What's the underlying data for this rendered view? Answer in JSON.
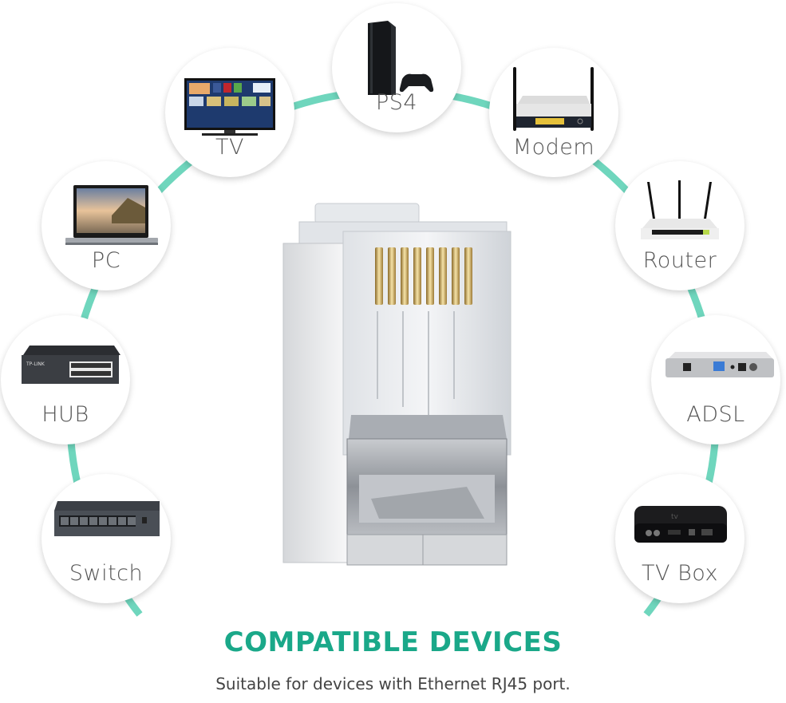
{
  "accent_color": "#1aa889",
  "arc_color": "#6fd6bd",
  "title": "COMPATIBLE DEVICES",
  "subtitle": "Suitable for devices with Ethernet RJ45 port.",
  "product": {
    "name": "rj45-connector",
    "contact_pins": 8
  },
  "devices": [
    {
      "label": "PS4",
      "icon": "game-console-icon"
    },
    {
      "label": "TV",
      "icon": "smart-tv-icon"
    },
    {
      "label": "Modem",
      "icon": "modem-icon"
    },
    {
      "label": "PC",
      "icon": "laptop-icon"
    },
    {
      "label": "Router",
      "icon": "router-icon"
    },
    {
      "label": "HUB",
      "icon": "hub-icon"
    },
    {
      "label": "ADSL",
      "icon": "adsl-icon"
    },
    {
      "label": "Switch",
      "icon": "switch-icon"
    },
    {
      "label": "TV Box",
      "icon": "tv-box-icon"
    }
  ]
}
